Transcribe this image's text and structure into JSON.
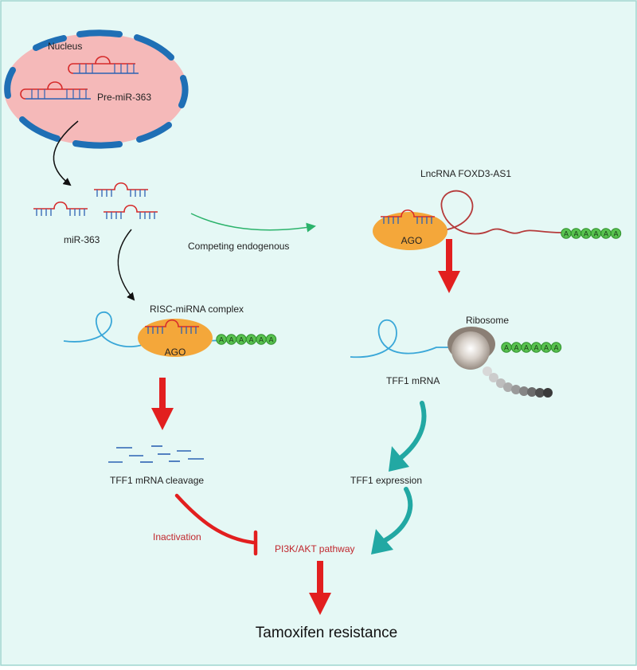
{
  "labels": {
    "nucleus": "Nucleus",
    "pre_mir": "Pre-miR-363",
    "mir": "miR-363",
    "competing": "Competing endogenous",
    "lncrna": "LncRNA FOXD3-AS1",
    "ago_left": "AGO",
    "ago_right": "AGO",
    "risc": "RISC-miRNA complex",
    "ribosome": "Ribosome",
    "tff1_mrna": "TFF1 mRNA",
    "cleavage": "TFF1 mRNA cleavage",
    "expression": "TFF1 expression",
    "inactivation": "Inactivation",
    "pathway": "PI3K/AKT pathway",
    "outcome": "Tamoxifen resistance"
  },
  "poly_a": {
    "letter": "A",
    "top_right_count": 6,
    "risc_count": 6,
    "ribosome_count": 6
  },
  "colors": {
    "background": "#e5f8f5",
    "nucleus_fill": "#f5b9b9",
    "nucleus_envelope": "#1f6fb5",
    "rna_red": "#d62b2b",
    "rna_blue": "#2d62b3",
    "mrna_line": "#3aa7d8",
    "lnc_line": "#b53a3a",
    "ago_fill": "#f4a73a",
    "poly_a_fill": "#58c24f",
    "poly_a_stroke": "#2f8f2c",
    "red_arrow": "#e21f1f",
    "teal_arrow": "#22a8a3",
    "green_arrow": "#2bb36b",
    "pathway_text": "#c0272d",
    "ribosome_fill": "#9a8f86"
  }
}
